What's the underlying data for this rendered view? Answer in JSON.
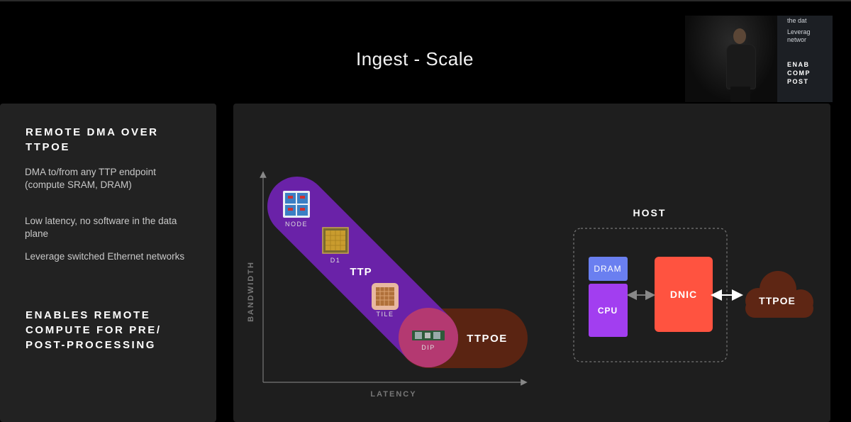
{
  "slide": {
    "title": "Ingest - Scale"
  },
  "left_panel": {
    "heading": "REMOTE DMA OVER TTPOE",
    "bullets": [
      "DMA to/from any TTP endpoint (compute SRAM, DRAM)",
      "Low latency, no software in the data plane",
      "Leverage switched Ethernet networks"
    ],
    "footer_heading": "ENABLES REMOTE COMPUTE FOR PRE/ POST-PROCESSING"
  },
  "diagram": {
    "y_axis_label": "BANDWIDTH",
    "x_axis_label": "LATENCY",
    "ttp_label": "TTP",
    "ttpoe_label": "TTPOE",
    "items": {
      "node": "NODE",
      "d1": "D1",
      "tile": "TILE",
      "dip": "DIP"
    },
    "colors": {
      "ttp": "#6a22a8",
      "ttpoe": "#5a2412",
      "overlap": "#b83b6e"
    }
  },
  "host": {
    "title": "HOST",
    "dram": "DRAM",
    "cpu": "CPU",
    "dnic": "DNIC",
    "cloud": "TTPOE",
    "colors": {
      "dram": "#6a7ff0",
      "cpu": "#a23ef0",
      "dnic": "#ff5340",
      "cloud": "#5e2614"
    }
  },
  "video_inset": {
    "screen_text": [
      "the dat",
      "Leverag",
      "networ",
      "ENAB",
      "COMP",
      "POST"
    ]
  }
}
